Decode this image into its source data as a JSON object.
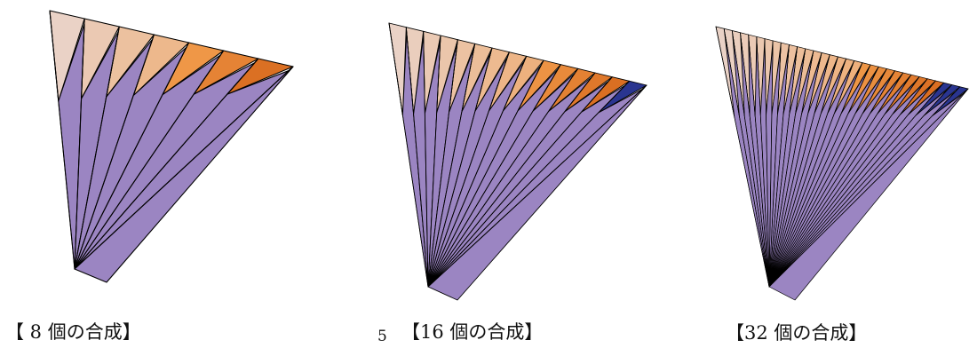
{
  "figures": [
    {
      "count": 8,
      "caption": "【 8 個の合成】"
    },
    {
      "count": 16,
      "caption": "【16 個の合成】"
    },
    {
      "count": 32,
      "caption": "【32 個の合成】"
    }
  ],
  "page_number": "5",
  "colors": {
    "base_face": "#9b85c2",
    "back_face_light": "#ead2c6",
    "back_face_orange": "#f09a4a",
    "dark_orange": "#d86a1e",
    "navy": "#2a3590",
    "edge": "#000000"
  }
}
